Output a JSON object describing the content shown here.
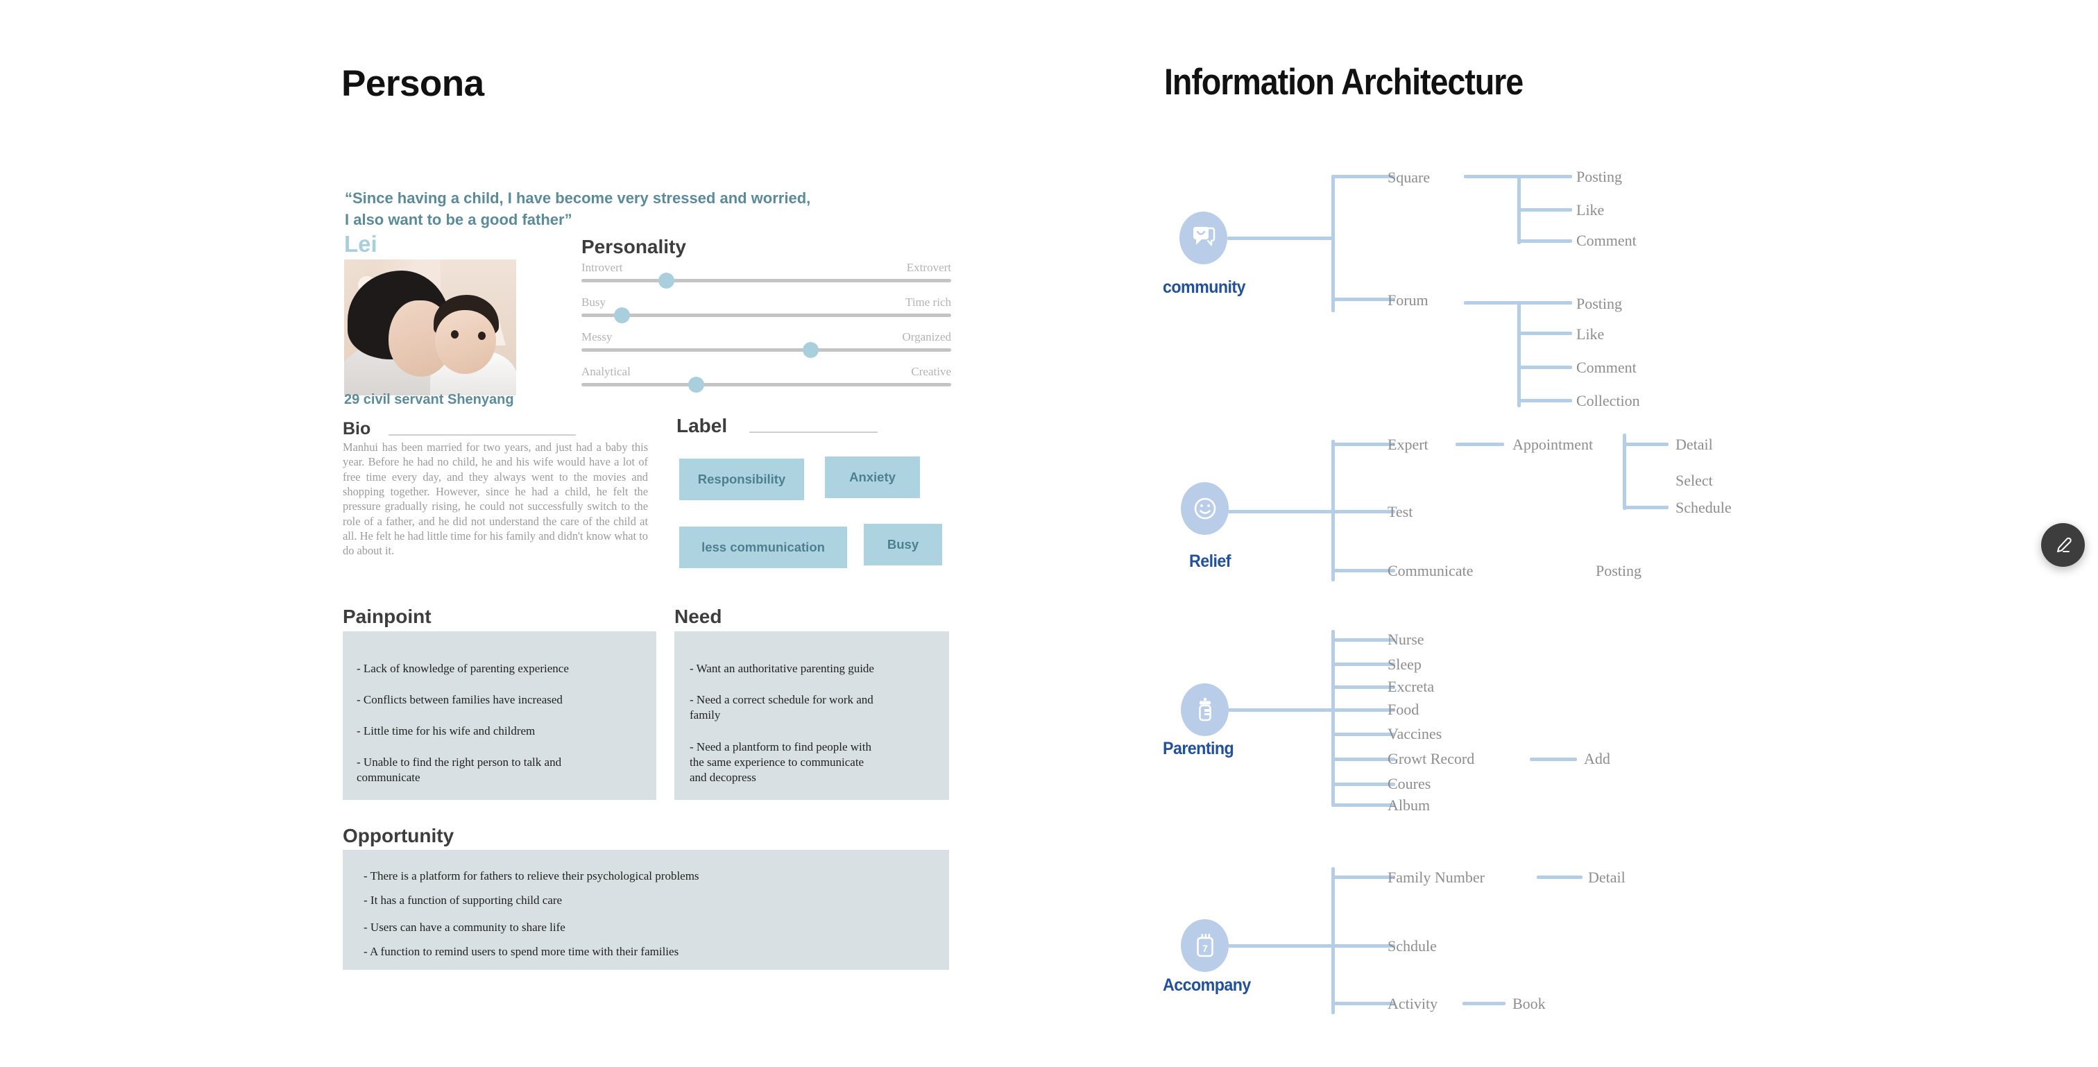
{
  "persona": {
    "title": "Persona",
    "quote": "“Since having a child, I have become very stressed and worried,\n  I also want to be a good father”",
    "name": "Lei",
    "meta": "29 civil servant Shenyang",
    "photo_alt": "father-holding-baby-photo",
    "bio": {
      "heading": "Bio",
      "text": "Manhui has been married for two years, and just had a baby this year. Before he had no child, he and his wife would have a lot of free time every day, and they always went to the movies and shopping together. However, since he had a child, he felt the pressure gradually rising, he could not successfully switch to the role of a father, and he did not understand the care of the child at all. He felt he had little time for his family and didn't know what to do about it."
    },
    "personality": {
      "heading": "Personality",
      "sliders": [
        {
          "left": "Introvert",
          "right": "Extrovert",
          "value": 23
        },
        {
          "left": "Busy",
          "right": "Time rich",
          "value": 11
        },
        {
          "left": "Messy",
          "right": "Organized",
          "value": 62
        },
        {
          "left": "Analytical",
          "right": "Creative",
          "value": 31
        }
      ]
    },
    "label": {
      "heading": "Label",
      "tags": [
        "Responsibility",
        "Anxiety",
        "less communication",
        "Busy"
      ]
    },
    "painpoint": {
      "heading": "Painpoint",
      "items": [
        "- Lack of knowledge of parenting experience",
        "- Conflicts between families have increased",
        "- Little time for his wife and childrem",
        "- Unable to find the right person to talk and\n   communicate"
      ]
    },
    "need": {
      "heading": "Need",
      "items": [
        "- Want an authoritative parenting guide",
        "- Need a correct schedule for work and\n   family",
        "- Need a plantform to find people with\n   the same experience to communicate\n   and decopress"
      ]
    },
    "opportunity": {
      "heading": "Opportunity",
      "items": [
        "- There is a platform for fathers to relieve their psychological problems",
        "- It has a function of supporting child care",
        "- Users can have a community to share life",
        "- A function to remind users to spend more time with their families"
      ]
    }
  },
  "information_architecture": {
    "title": "Information Architecture",
    "branches": [
      {
        "name": "community",
        "icon": "chat-bubbles-icon",
        "children": [
          {
            "label": "Square",
            "children": [
              "Posting",
              "Like",
              "Comment"
            ]
          },
          {
            "label": "Forum",
            "children": [
              "Posting",
              "Like",
              "Comment",
              "Collection"
            ]
          }
        ]
      },
      {
        "name": "Relief",
        "icon": "smiley-face-icon",
        "children": [
          {
            "label": "Expert",
            "children": [
              "Appointment"
            ],
            "grandchildren": [
              "Detail",
              "Select",
              "Schedule"
            ]
          },
          {
            "label": "Test",
            "children": []
          },
          {
            "label": "Communicate",
            "children": [
              "Posting"
            ]
          }
        ]
      },
      {
        "name": "Parenting",
        "icon": "baby-bottle-icon",
        "children": [
          {
            "label": "Nurse",
            "children": []
          },
          {
            "label": "Sleep",
            "children": []
          },
          {
            "label": "Excreta",
            "children": []
          },
          {
            "label": "Food",
            "children": []
          },
          {
            "label": "Vaccines",
            "children": []
          },
          {
            "label": "Growt Record",
            "children": [
              "Add"
            ]
          },
          {
            "label": "Coures",
            "children": []
          },
          {
            "label": "Album",
            "children": []
          }
        ]
      },
      {
        "name": "Accompany",
        "icon": "calendar-7-icon",
        "children": [
          {
            "label": "Family Number",
            "children": [
              "Detail"
            ]
          },
          {
            "label": "Schdule",
            "children": []
          },
          {
            "label": "Activity",
            "children": [
              "Book"
            ]
          }
        ]
      }
    ]
  },
  "fab": {
    "icon": "edit-pencil-icon",
    "label": "Edit"
  },
  "colors": {
    "accent_blue": "#b6cde8",
    "node_text": "#22509a",
    "tag_bg": "#aed3e0",
    "tag_text": "#4d7f8e",
    "box_bg": "#d9e0e3",
    "quote_text": "#5b8a99",
    "name_text": "#a9cfdd",
    "slider_knob": "#a9cfdd",
    "fab_bg": "#3d3d3d"
  }
}
